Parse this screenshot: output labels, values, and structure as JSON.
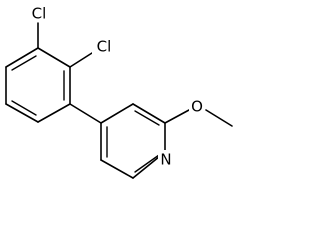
{
  "molecule": {
    "labels": {
      "cl_top": "Cl",
      "cl_right": "Cl",
      "oxygen": "O",
      "nitrogen": "N"
    }
  }
}
